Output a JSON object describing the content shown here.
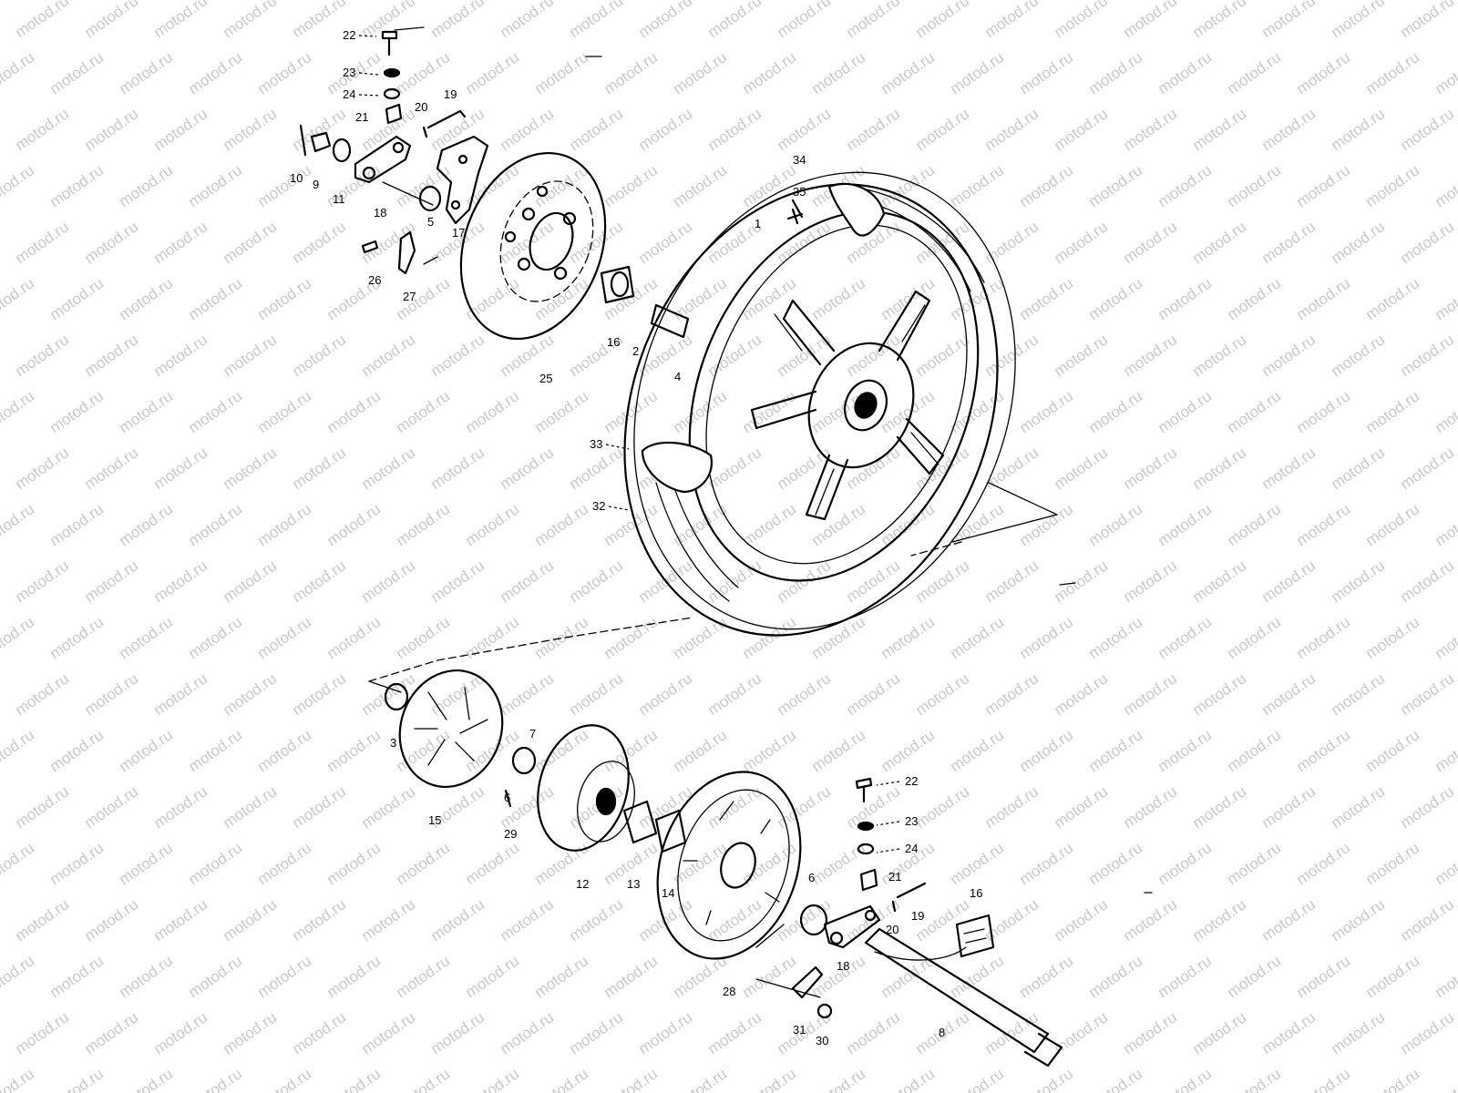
{
  "watermark": "motod.ru",
  "colors": {
    "line": "#000000",
    "background": "#ffffff",
    "watermark": "#c9c9c9"
  },
  "callouts": [
    {
      "id": "c22a",
      "text": "22"
    },
    {
      "id": "c23a",
      "text": "23"
    },
    {
      "id": "c24a",
      "text": "24"
    },
    {
      "id": "c21a",
      "text": "21"
    },
    {
      "id": "c20a",
      "text": "20"
    },
    {
      "id": "c19a",
      "text": "19"
    },
    {
      "id": "c10",
      "text": "10"
    },
    {
      "id": "c9",
      "text": "9"
    },
    {
      "id": "c11",
      "text": "11"
    },
    {
      "id": "c18a",
      "text": "18"
    },
    {
      "id": "c5",
      "text": "5"
    },
    {
      "id": "c17",
      "text": "17"
    },
    {
      "id": "c26",
      "text": "26"
    },
    {
      "id": "c27",
      "text": "27"
    },
    {
      "id": "c25",
      "text": "25"
    },
    {
      "id": "c16",
      "text": "16"
    },
    {
      "id": "c2",
      "text": "2"
    },
    {
      "id": "c4",
      "text": "4"
    },
    {
      "id": "c34",
      "text": "34"
    },
    {
      "id": "c35",
      "text": "35"
    },
    {
      "id": "c1",
      "text": "1"
    },
    {
      "id": "c33",
      "text": "33"
    },
    {
      "id": "c32",
      "text": "32"
    },
    {
      "id": "c3",
      "text": "3"
    },
    {
      "id": "c15",
      "text": "15"
    },
    {
      "id": "c7",
      "text": "7"
    },
    {
      "id": "c6a",
      "text": "6"
    },
    {
      "id": "c29a",
      "text": "29"
    },
    {
      "id": "c12",
      "text": "12"
    },
    {
      "id": "c13",
      "text": "13"
    },
    {
      "id": "c14",
      "text": "14"
    },
    {
      "id": "c22b",
      "text": "22"
    },
    {
      "id": "c23b",
      "text": "23"
    },
    {
      "id": "c24b",
      "text": "24"
    },
    {
      "id": "c21b",
      "text": "21"
    },
    {
      "id": "c6b",
      "text": "6"
    },
    {
      "id": "c20b",
      "text": "20"
    },
    {
      "id": "c19b",
      "text": "19"
    },
    {
      "id": "c16b",
      "text": "16"
    },
    {
      "id": "c18b",
      "text": "18"
    },
    {
      "id": "c28",
      "text": "28"
    },
    {
      "id": "c31",
      "text": "31"
    },
    {
      "id": "c30",
      "text": "30"
    },
    {
      "id": "c8",
      "text": "8"
    }
  ]
}
